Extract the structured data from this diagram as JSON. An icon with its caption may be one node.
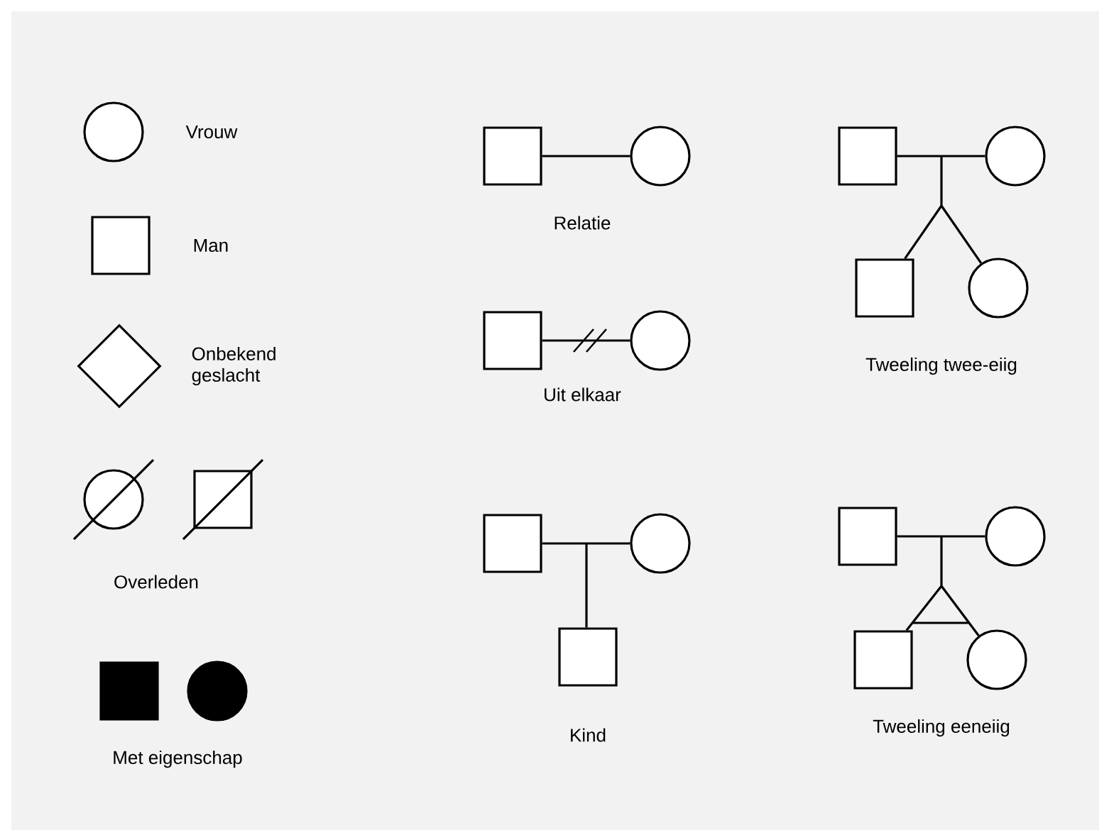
{
  "diagram": {
    "nodes": [
      {
        "text": [],
        "shape": "circle",
        "beside": [
          "Vrouw"
        ]
      },
      {
        "text": [],
        "shape": "box",
        "beside": [
          "Man"
        ]
      },
      {
        "text": [],
        "shape": "diamond",
        "beside": [
          "Onbekend geslacht"
        ]
      },
      {
        "text": [],
        "shape": "circle"
      },
      {
        "text": [],
        "shape": "box"
      },
      {
        "text": [],
        "shape": "box"
      },
      {
        "text": [],
        "shape": "circle"
      },
      {
        "text": [],
        "shape": "box"
      },
      {
        "text": [],
        "shape": "circle"
      },
      {
        "text": [],
        "shape": "box"
      },
      {
        "text": [],
        "shape": "circle"
      },
      {
        "text": [],
        "shape": "box"
      },
      {
        "text": [],
        "shape": "circle"
      },
      {
        "text": [],
        "shape": "box"
      },
      {
        "text": [],
        "shape": "box"
      },
      {
        "text": [],
        "shape": "circle"
      },
      {
        "text": [],
        "shape": "box"
      },
      {
        "text": [],
        "shape": "circle"
      },
      {
        "text": [],
        "shape": "box"
      },
      {
        "text": [],
        "shape": "circle"
      },
      {
        "text": [],
        "shape": "box"
      },
      {
        "text": [],
        "shape": "circle"
      }
    ],
    "edges": [
      {
        "from": 7,
        "to": 8,
        "arrow": "none"
      },
      {
        "from": 9,
        "to": 10,
        "arrow": "none"
      },
      {
        "from": 11,
        "to": 12,
        "arrow": "none"
      },
      {
        "from": 11,
        "to": 13,
        "arrow": "none"
      },
      {
        "from": 12,
        "to": 13,
        "arrow": "none"
      },
      {
        "from": 14,
        "to": 15,
        "arrow": "none"
      },
      {
        "from": 14,
        "to": 16,
        "arrow": "none"
      },
      {
        "from": 15,
        "to": 16,
        "arrow": "none"
      },
      {
        "from": 14,
        "to": 17,
        "arrow": "none"
      },
      {
        "from": 15,
        "to": 17,
        "arrow": "none"
      },
      {
        "from": 18,
        "to": 19,
        "arrow": "none"
      },
      {
        "from": 18,
        "to": 20,
        "arrow": "none"
      },
      {
        "from": 19,
        "to": 20,
        "arrow": "none"
      },
      {
        "from": 18,
        "to": 21,
        "arrow": "none"
      },
      {
        "from": 19,
        "to": 21,
        "arrow": "none"
      }
    ],
    "labels": [
      "Relatie",
      "Tweeling twee-eiig",
      "Uit elkaar",
      "Overleden",
      "Met eigenschap",
      "Kind",
      "Tweeling eeneiig"
    ]
  }
}
